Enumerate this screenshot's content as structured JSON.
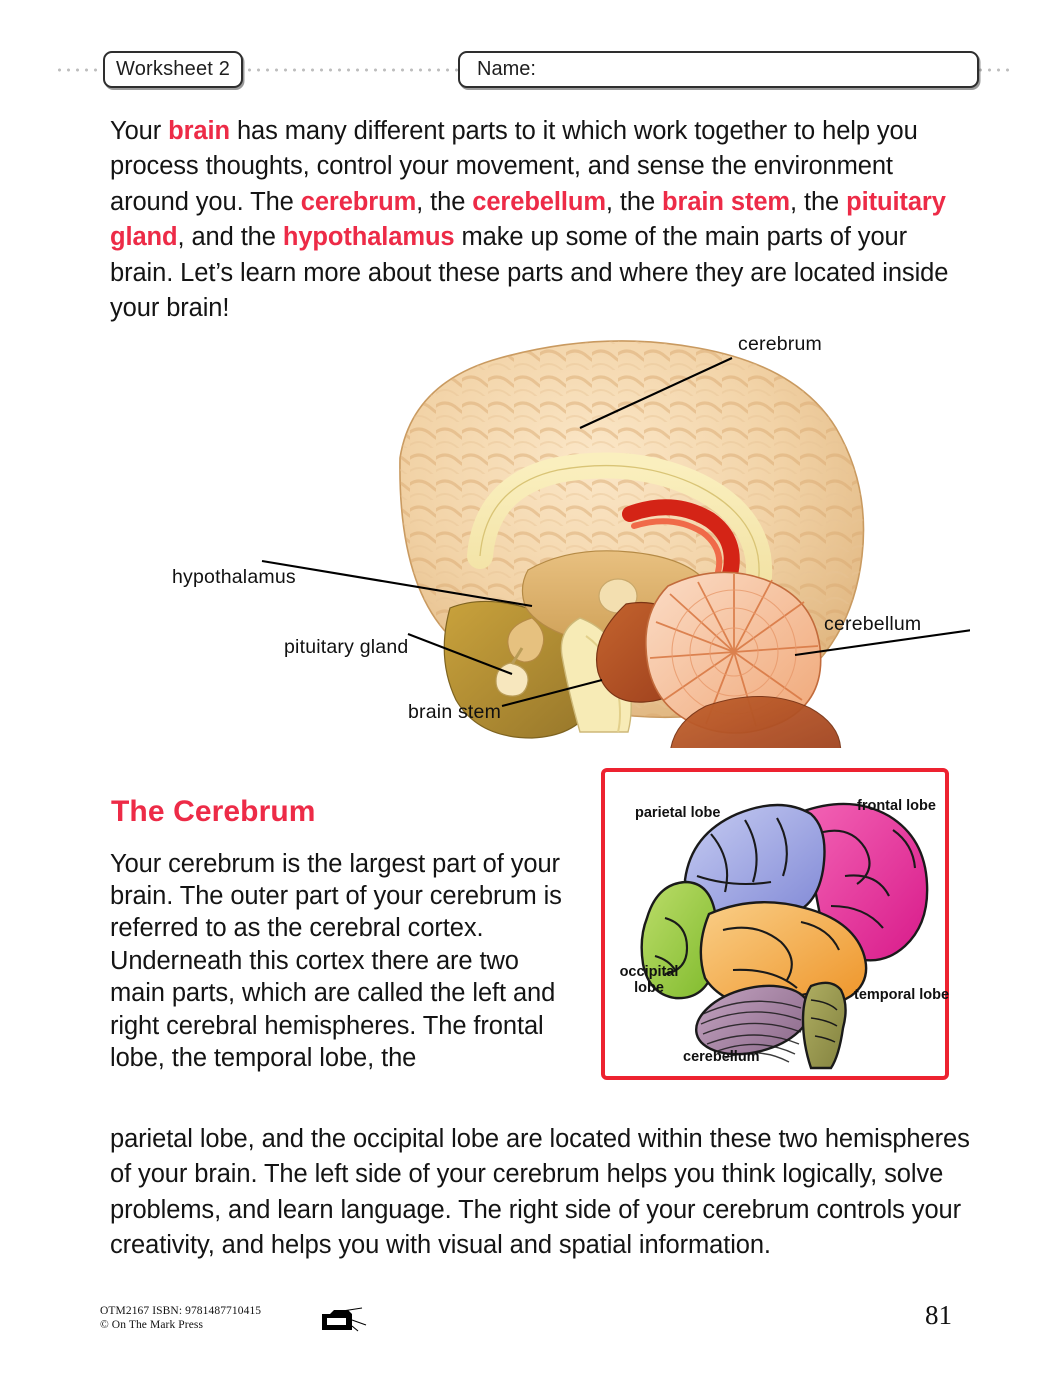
{
  "header": {
    "worksheet_label": "Worksheet 2",
    "name_label": "Name:"
  },
  "intro": {
    "part1": "Your ",
    "kw_brain": "brain",
    "part2": " has many different parts to it which work together to help you process thoughts, control your movement, and sense the environment around you. The ",
    "kw_cerebrum": "cerebrum",
    "part3": ", the ",
    "kw_cerebellum": "cerebellum",
    "part4": ", the ",
    "kw_brain_stem": "brain stem",
    "part5": ", the ",
    "kw_pituitary": "pituitary gland",
    "part6": ", and the ",
    "kw_hypothalamus": "hypothalamus",
    "part7": " make up some of the main parts of your brain. Let’s learn more about these parts and where they are located inside your brain!"
  },
  "sagittal_figure": {
    "caption_alt": "Mid-sagittal cross-section of the human brain",
    "labels": {
      "cerebrum": "cerebrum",
      "cerebellum": "cerebellum",
      "hypothalamus": "hypothalamus",
      "pituitary_gland": "pituitary gland",
      "brain_stem": "brain stem"
    }
  },
  "section": {
    "heading": "The Cerebrum",
    "column_text": "Your cerebrum is the largest part of your brain. The outer part of your cerebrum is referred to as the cerebral cortex. Underneath this cortex there are two main parts, which are called the left and right cerebral hemispheres. The frontal lobe, the temporal lobe, the",
    "wrap_text": "parietal lobe, and the occipital lobe are located within these two hemispheres of your brain. The left side of your cerebrum helps you think logically, solve problems, and learn language. The right side of your cerebrum controls your creativity, and helps you with visual and spatial information."
  },
  "lobes_figure": {
    "caption_alt": "Lateral view of the cerebrum with colour-coded lobes",
    "border_color": "#ED2230",
    "labels": {
      "parietal_lobe": "parietal lobe",
      "frontal_lobe": "frontal lobe",
      "occipital_lobe": "occipital\nlobe",
      "occipital_lobe_line1": "occipital",
      "occipital_lobe_line2": "lobe",
      "temporal_lobe": "temporal lobe",
      "cerebellum": "cerebellum"
    },
    "colors": {
      "frontal_lobe": "#E8389A",
      "parietal_lobe": "#9AA2E0",
      "temporal_lobe": "#F2A03C",
      "occipital_lobe": "#92C83E",
      "cerebellum": "#A988A8",
      "brain_stem": "#9A9A52"
    }
  },
  "footer": {
    "code": "OTM2167   ISBN: 9781487710415",
    "publisher": "© On The Mark Press",
    "page_number": "81"
  },
  "theme": {
    "accent_red": "#ED2B47",
    "text_black": "#141414"
  }
}
